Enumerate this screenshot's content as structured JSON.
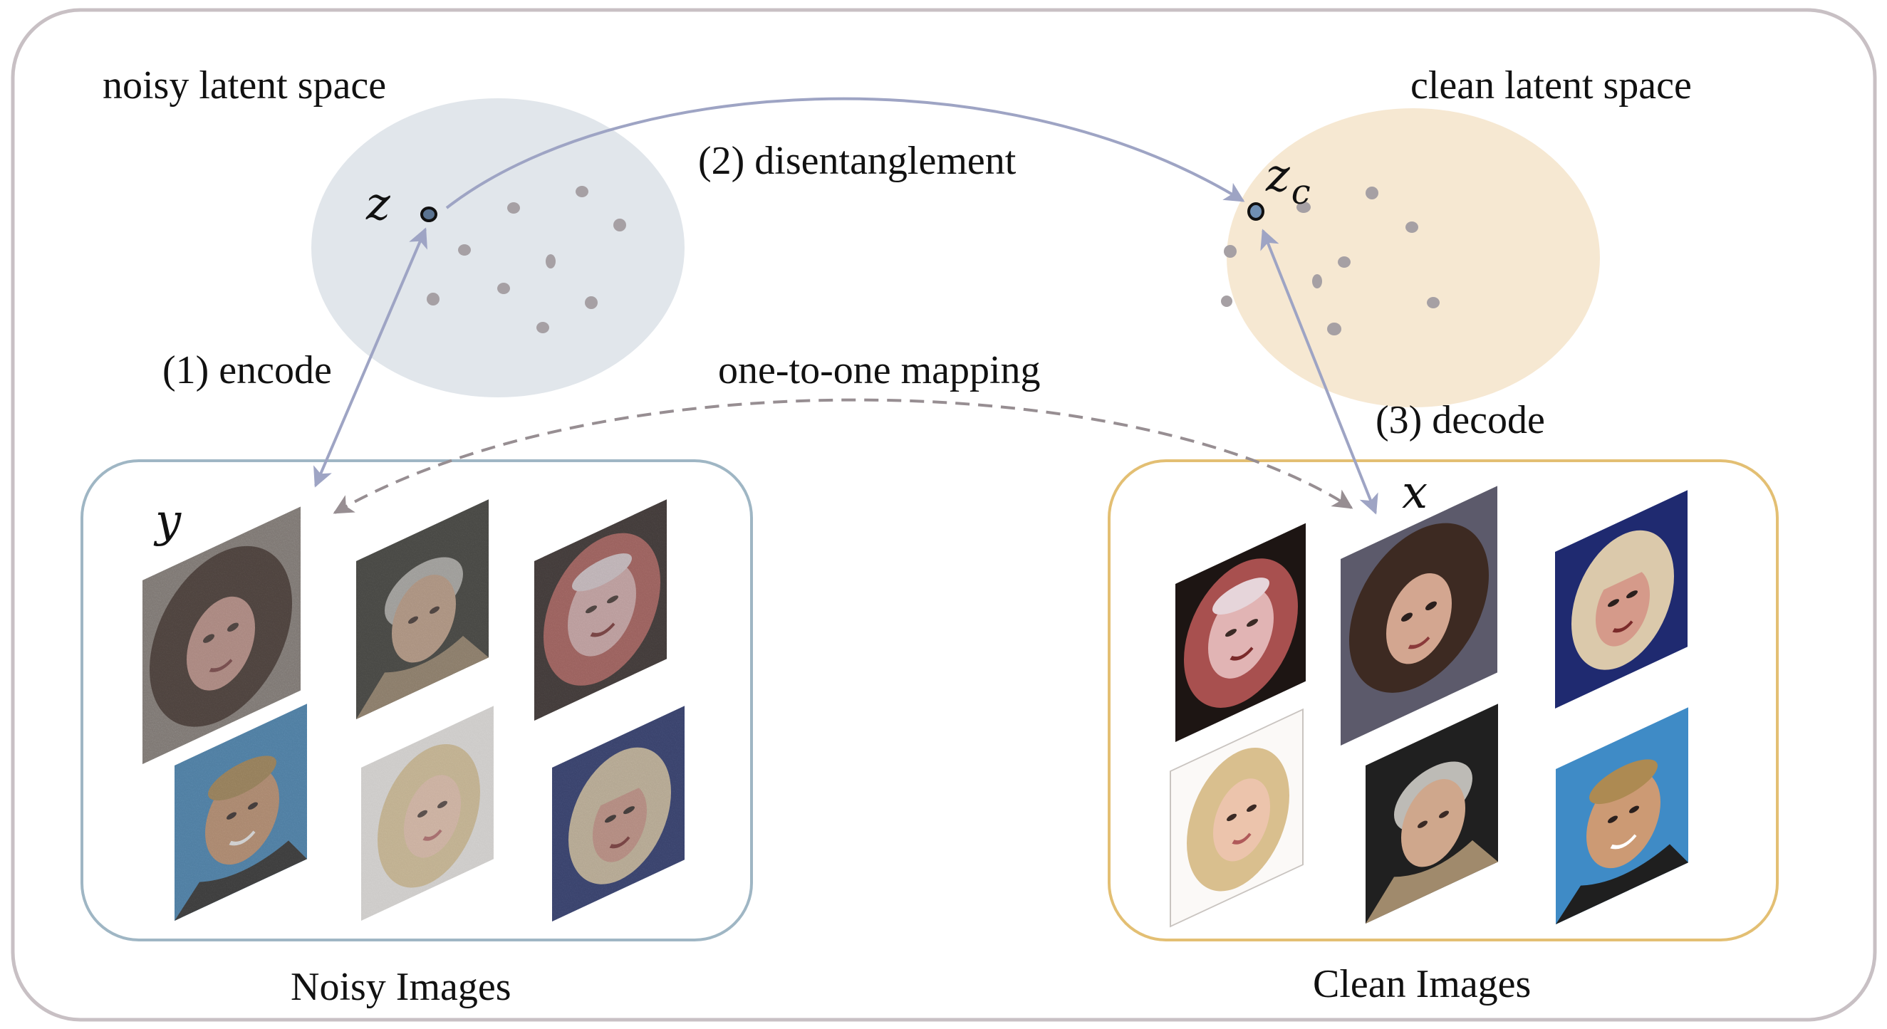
{
  "diagram": {
    "noisy_space": {
      "title": "noisy latent space",
      "point_label": "z"
    },
    "clean_space": {
      "title": "clean latent space",
      "point_label": "z",
      "point_subscript": "c"
    },
    "arrows": {
      "encode": "(1) encode",
      "disentangle": "(2) disentanglement",
      "decode": "(3) decode",
      "mapping": "one-to-one mapping"
    },
    "noisy_group": {
      "title": "Noisy Images",
      "symbol": "y"
    },
    "clean_group": {
      "title": "Clean Images",
      "symbol": "x"
    }
  },
  "colors": {
    "outer_border": "#c8c0c4",
    "noisy_ellipse": "#e1e6eb",
    "clean_ellipse": "#f6e8d2",
    "noisy_box_border": "#9fb6c4",
    "clean_box_border": "#e3bf73",
    "arrow_solid": "#9ea4c4",
    "arrow_dashed": "#978e92",
    "dots": "#a6a0a4"
  }
}
